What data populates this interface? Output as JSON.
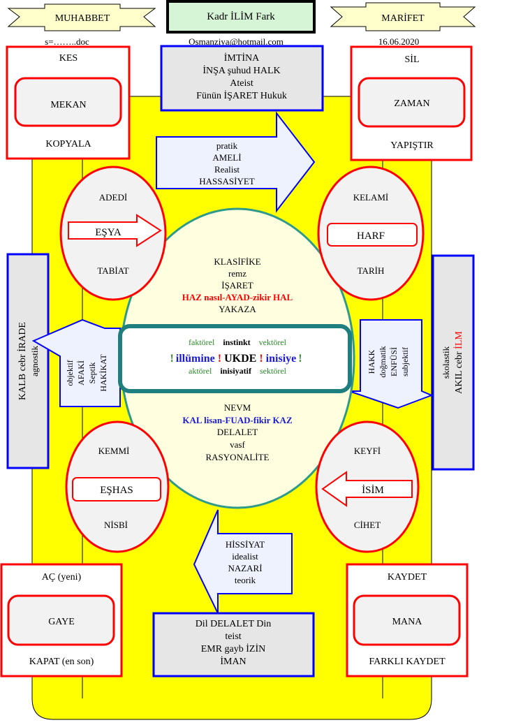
{
  "colors": {
    "board": "#ffff00",
    "ellipse_fill": "#ffffe0",
    "ellipse_stroke": "#2e9a8a",
    "box_red": "#ff0000",
    "box_blue": "#0000ff",
    "grey_fill": "#e6e6e6",
    "text_red": "#ff0000",
    "text_blue": "#1a1ad6",
    "text_green": "#2a8a2a",
    "ukde_border": "#1f7f7f"
  },
  "header": {
    "left_ribbon": "MUHABBET",
    "center_title": "Kadr   İLİM   Fark",
    "right_ribbon": "MARİFET",
    "file_line": "s=……..doc",
    "email": "Osmanziya@hotmail.com",
    "date": "16.06.2020"
  },
  "corners": {
    "top_left": {
      "top": "KES",
      "inner": "MEKAN",
      "bottom": "KOPYALA"
    },
    "top_right": {
      "top": "SİL",
      "inner": "ZAMAN",
      "bottom": "YAPIŞTIR"
    },
    "bottom_left": {
      "top": "AÇ (yeni)",
      "inner": "GAYE",
      "bottom": "KAPAT (en son)"
    },
    "bottom_right": {
      "top": "KAYDET",
      "inner": "MANA",
      "bottom": "FARKLI KAYDET"
    }
  },
  "top_box": {
    "lines": [
      "İMTİNA",
      "İNŞA şuhud HALK",
      "Ateist",
      "Fünün İŞARET Hukuk"
    ]
  },
  "bottom_box": {
    "lines": [
      "Dil DELALET Din",
      "teist",
      "EMR   gayb İZİN",
      "İMAN"
    ]
  },
  "right_arrow": {
    "lines": [
      "pratik",
      "AMELİ",
      "Realist",
      "HASSASİYET"
    ]
  },
  "bottom_arrow": {
    "lines": [
      "HİSSİYAT",
      "idealist",
      "NAZARİ",
      "teorik"
    ]
  },
  "left_arrow": {
    "lines": [
      "objektif",
      "AFAKİ",
      "Septik",
      "HAKİKAT"
    ]
  },
  "right_side_arrow": {
    "lines": [
      "HAKK",
      "doğmatik",
      "ENFÜSİ",
      "subjektif"
    ]
  },
  "left_bar": {
    "main": "KALB  cebr  İRADE",
    "sub": "agnostik"
  },
  "right_bar": {
    "sub": "skolastik",
    "main_prefix": "AKIL cebr ",
    "main_red": "İLM"
  },
  "ovals": {
    "top_left": {
      "top": "ADEDİ",
      "inner": "EŞYA",
      "bottom": "TABİAT"
    },
    "top_right": {
      "top": "KELAMİ",
      "inner": "HARF",
      "bottom": "TARİH"
    },
    "bottom_left": {
      "top": "KEMMİ",
      "inner": "EŞHAS",
      "bottom": "NİSBİ"
    },
    "bottom_right": {
      "top": "KEYFİ",
      "inner": "İSİM",
      "bottom": "CİHET"
    }
  },
  "center": {
    "upper": [
      "KLASİFİKE",
      "remz",
      "İŞARET"
    ],
    "upper_red": "HAZ nasıl-AYAD-zikir HAL",
    "upper_last": "YAKAZA",
    "lower_first": "NEVM",
    "lower_blue": "KAL lisan-FUAD-fikir KAZ",
    "lower": [
      "DELALET",
      "vasf",
      "RASYONALİTE"
    ]
  },
  "ukde": {
    "row1": [
      "faktörel",
      "instinkt",
      "vektörel"
    ],
    "excl": "!",
    "left_word": "illümine",
    "main_word": "UKDE",
    "right_word": "inisiye",
    "row3": [
      "aktörel",
      "inisiyatif",
      "sektörel"
    ]
  }
}
